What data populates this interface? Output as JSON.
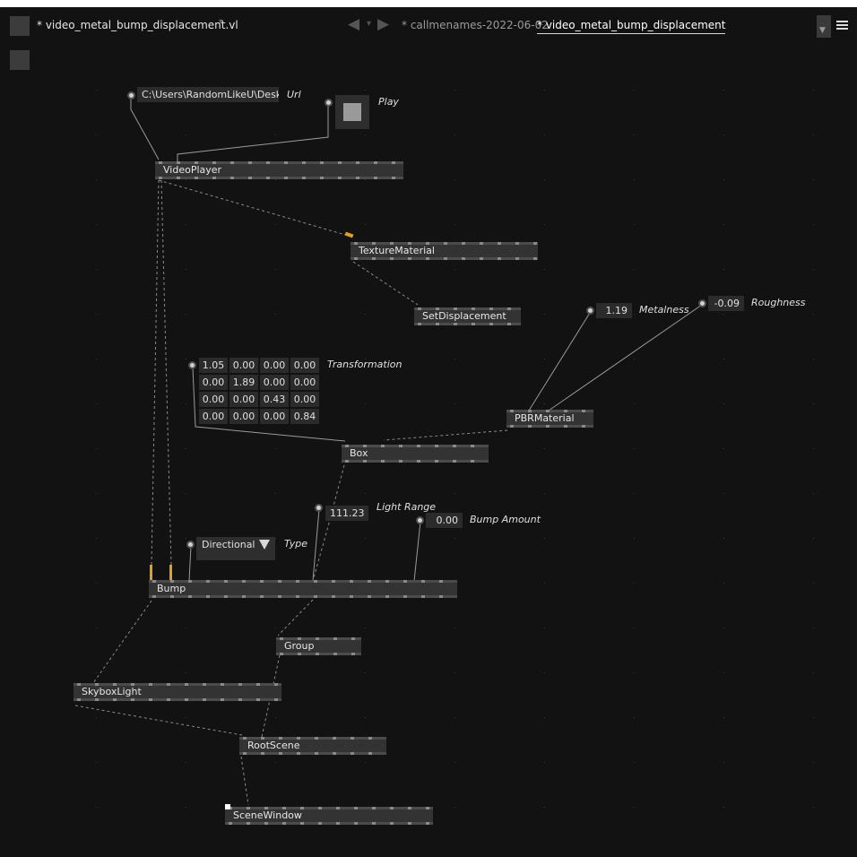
{
  "window": {
    "document_title": "* video_metal_bump_displacement.vl",
    "nav_back_icon": "triangle-left-icon",
    "nav_forward_icon": "triangle-right-icon",
    "tabs": [
      {
        "label": "* callmenames-2022-06-02",
        "active": false
      },
      {
        "label": "* video_metal_bump_displacement",
        "active": true
      }
    ],
    "menu_icon": "hamburger-icon"
  },
  "nodes": {
    "videoplayer": "VideoPlayer",
    "texturematerial": "TextureMaterial",
    "setdisplacement": "SetDisplacement",
    "pbrmaterial": "PBRMaterial",
    "box": "Box",
    "bump": "Bump",
    "group": "Group",
    "skyboxlight": "SkyboxLight",
    "rootscene": "RootScene",
    "scenewindow": "SceneWindow"
  },
  "iobox": {
    "url": {
      "value": "C:\\Users\\RandomLikeU\\Desk",
      "name": "Url"
    },
    "play": {
      "name": "Play",
      "pressed": false
    },
    "metalness": {
      "value": "1.19",
      "name": "Metalness"
    },
    "roughness": {
      "value": "-0.09",
      "name": "Roughness"
    },
    "transformation": {
      "name": "Transformation",
      "rows": [
        [
          "1.05",
          "0.00",
          "0.00",
          "0.00"
        ],
        [
          "0.00",
          "1.89",
          "0.00",
          "0.00"
        ],
        [
          "0.00",
          "0.00",
          "0.43",
          "0.00"
        ],
        [
          "0.00",
          "0.00",
          "0.00",
          "0.84"
        ]
      ]
    },
    "light_range": {
      "value": "111.23",
      "name": "Light Range"
    },
    "bump_amount": {
      "value": "0.00",
      "name": "Bump Amount"
    },
    "type": {
      "value": "Directional",
      "name": "Type"
    }
  },
  "colors": {
    "background": "#121212",
    "node": "#333333",
    "link": "#9a9a9a",
    "accent": "#e0a020"
  }
}
